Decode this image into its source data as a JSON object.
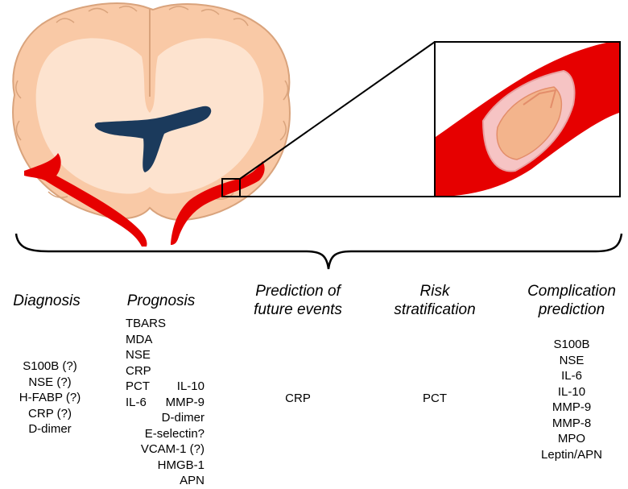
{
  "colors": {
    "tissue_outer": "#f9c9a6",
    "tissue_inner": "#fde3cf",
    "tissue_stroke": "#d9a37c",
    "ventricle": "#1b3a5c",
    "vessel": "#e60000",
    "plaque": "#f3b48c"
  },
  "columns": {
    "diagnosis": {
      "title": "Diagnosis",
      "items": [
        "S100B (?)",
        "NSE (?)",
        "H-FABP (?)",
        "CRP (?)",
        "D-dimer"
      ]
    },
    "prognosis": {
      "title": "Prognosis",
      "items_left": [
        "TBARS",
        "MDA",
        "NSE",
        "CRP",
        "PCT",
        "IL-6"
      ],
      "items_right": [
        "IL-10",
        "MMP-9",
        "D-dimer",
        "E-selectin?",
        "VCAM-1 (?)",
        "HMGB-1",
        "APN"
      ]
    },
    "prediction": {
      "title_line1": "Prediction of",
      "title_line2": "future events",
      "value": "CRP"
    },
    "risk": {
      "title_line1": "Risk",
      "title_line2": "stratification",
      "value": "PCT"
    },
    "complication": {
      "title_line1": "Complication",
      "title_line2": "prediction",
      "items": [
        "S100B",
        "NSE",
        "IL-6",
        "IL-10",
        "MMP-9",
        "MMP-8",
        "MPO",
        "Leptin/APN"
      ]
    }
  }
}
